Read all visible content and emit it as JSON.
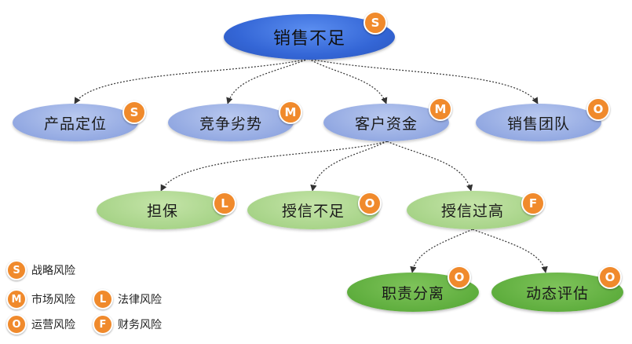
{
  "root": {
    "label": "销售不足",
    "badge": "S"
  },
  "level1": [
    {
      "label": "产品定位",
      "badge": "S"
    },
    {
      "label": "竞争劣势",
      "badge": "M"
    },
    {
      "label": "客户资金",
      "badge": "M"
    },
    {
      "label": "销售团队",
      "badge": "O"
    }
  ],
  "level2": [
    {
      "label": "担保",
      "badge": "L"
    },
    {
      "label": "授信不足",
      "badge": "O"
    },
    {
      "label": "授信过高",
      "badge": "F"
    }
  ],
  "level3": [
    {
      "label": "职责分离",
      "badge": "O"
    },
    {
      "label": "动态评估",
      "badge": "O"
    }
  ],
  "legend": [
    {
      "letter": "S",
      "label": "战略风险"
    },
    {
      "letter": "M",
      "label": "市场风险"
    },
    {
      "letter": "L",
      "label": "法律风险"
    },
    {
      "letter": "O",
      "label": "运营风险"
    },
    {
      "letter": "F",
      "label": "财务风险"
    }
  ],
  "colors": {
    "root": "#3466d6",
    "level1": "#93a9e2",
    "level2": "#a8d489",
    "level3": "#5fae3e",
    "badge": "#f08a2c"
  }
}
